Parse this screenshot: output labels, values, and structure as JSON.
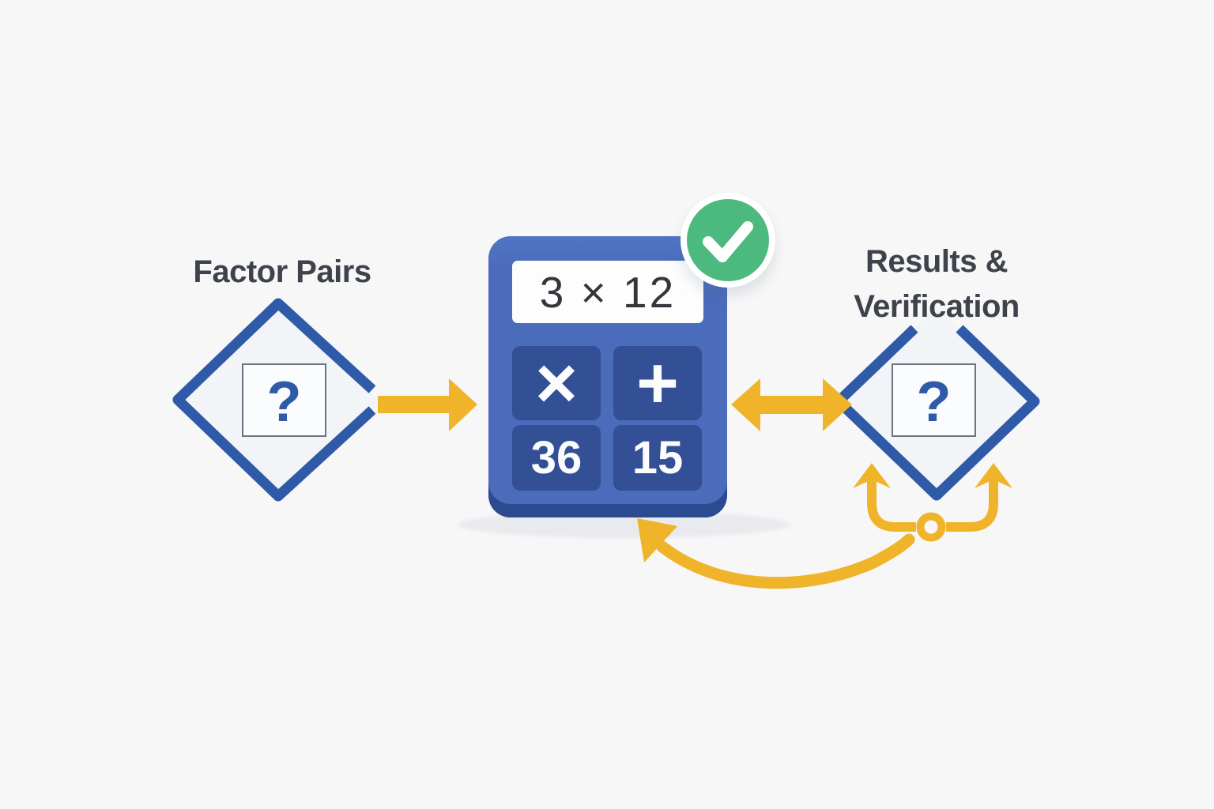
{
  "canvas": {
    "background": "#f7f7f8"
  },
  "palette": {
    "diamond_blue": "#2e5aa8",
    "arrow_yellow": "#f0b42a",
    "calculator_body_blue": "#4a6cba",
    "calculator_button_blue": "#334f96",
    "calculator_edge_blue": "#2b4a8f",
    "check_green": "#4cb97e",
    "title_gray": "#3e434b",
    "display_text_gray": "#33373c",
    "question_box_border_gray": "#6b7280",
    "shadow_gray": "#e8eaed"
  },
  "left_node": {
    "title": "Factor Pairs",
    "question_mark": "?"
  },
  "calculator": {
    "display_value": "3 × 12",
    "buttons": {
      "multiply": "×",
      "add": "+",
      "value_36": "36",
      "value_15": "15"
    }
  },
  "right_node": {
    "title_line1": "Results &",
    "title_line2": "Verification",
    "question_mark": "?"
  },
  "icons": {
    "check": "check-icon",
    "right_arrow": "arrow-right-icon",
    "double_arrow": "double-headed-arrow-icon",
    "up_arrows": "up-arrow-icon",
    "feedback_arrow": "curved-feedback-arrow-icon",
    "connector_ring": "connector-ring-icon"
  }
}
